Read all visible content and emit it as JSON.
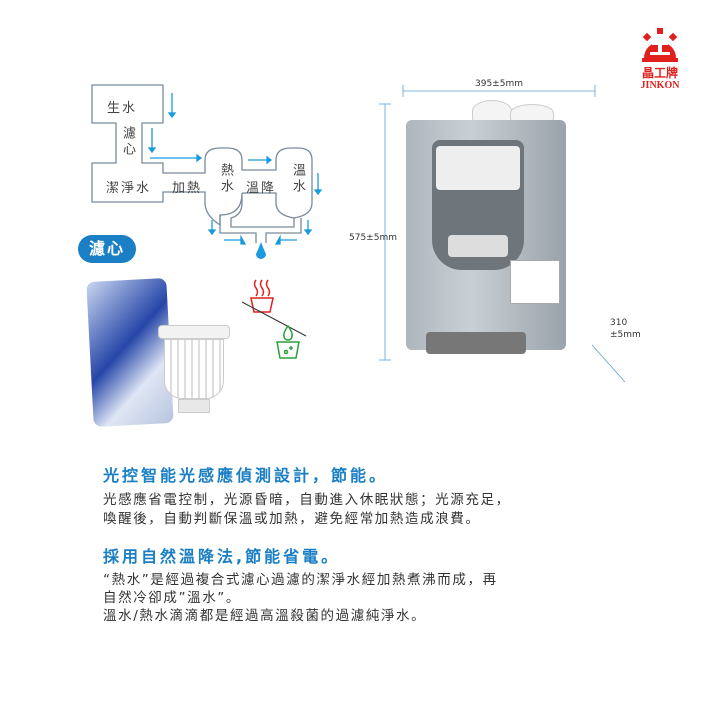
{
  "brand": {
    "logo_text": "晶工牌",
    "logo_en": "JINKON",
    "color": "#e0201c"
  },
  "diagram": {
    "raw_water": "生水",
    "filter": "濾心",
    "clean_water": "潔淨水",
    "heating": "加熱",
    "hot_water": "熱水",
    "cooling": "溫降",
    "warm_water": "溫水",
    "arrow_color": "#1a9be0",
    "line_color": "#7a8a9a"
  },
  "filter_badge": "濾心",
  "dimensions": {
    "width": "395±5mm",
    "height": "575±5mm",
    "depth_value": "310",
    "depth_unit": "±5mm"
  },
  "sections": [
    {
      "title": "光控智能光感應偵測設計，節能。",
      "lines": [
        "光感應省電控制，光源昏暗，自動進入休眠狀態；光源充足，",
        "喚醒後，自動判斷保溫或加熱，避免經常加熱造成浪費。"
      ]
    },
    {
      "title": "採用自然溫降法,節能省電。",
      "lines": [
        "“熱水”是經過複合式濾心過濾的潔淨水經加熱煮沸而成，再",
        "自然冷卻成”溫水”。",
        "溫水/熱水滴滴都是經過高溫殺菌的過濾純淨水。"
      ]
    }
  ],
  "accent_color": "#1a7fc4"
}
